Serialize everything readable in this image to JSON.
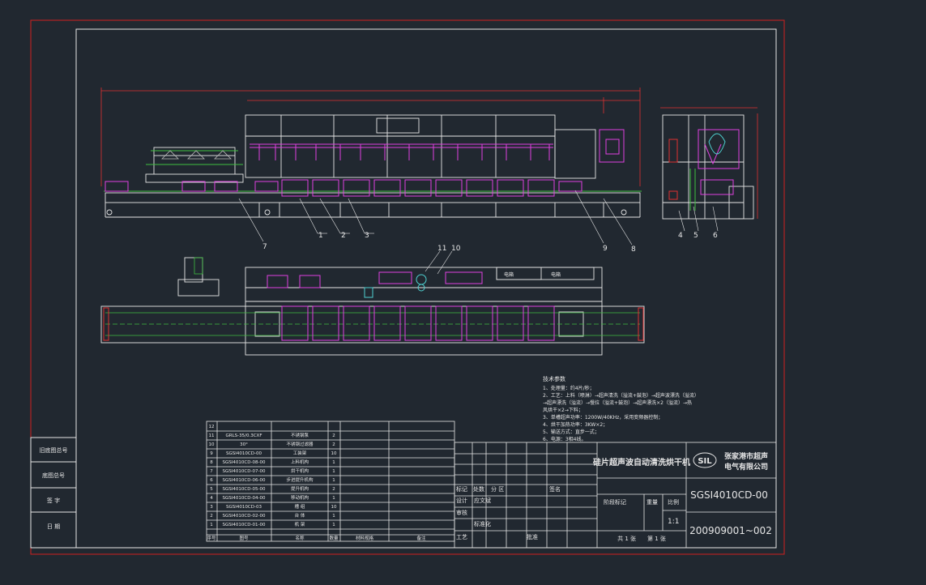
{
  "colors": {
    "background": "#212830",
    "outer_frame": "#d11f1f",
    "line_white": "#e6e6e6",
    "line_magenta": "#e040e0",
    "line_cyan": "#4fd1d1",
    "line_green": "#3fbf3f",
    "line_red": "#e03030",
    "dimension": "#e03030"
  },
  "drawing": {
    "balloons_front": [
      "1",
      "2",
      "3",
      "7",
      "8",
      "9"
    ],
    "balloons_side": [
      "4",
      "5",
      "6"
    ],
    "balloons_top": [
      "11",
      "10"
    ],
    "top_labels": [
      "电箱",
      "电箱"
    ]
  },
  "tech_notes": {
    "title": "技术参数",
    "lines": [
      "1、处理量：约4片/秒；",
      "2、工艺：上料（喷淋）→超声清洗（溢流+鼓泡）→超声波漂洗（溢流）",
      "→超声漂洗（溢流）→慢拉（溢流+鼓泡）→超声漂洗×2（溢流）→热",
      "风烘干×2→下料；",
      "3、单槽超声功率：1200W/40KHz，采用变频器控制；",
      "4、烘干加热功率：3KW×2；",
      "5、输送方式：直步一式；",
      "6、电源：3相4线。"
    ]
  },
  "parts_table": {
    "rows": [
      {
        "no": "12",
        "code": "",
        "name": "",
        "qty": ""
      },
      {
        "no": "11",
        "code": "GRLS-35/0.3CXF",
        "name": "不锈钢泵",
        "qty": "2"
      },
      {
        "no": "10",
        "code": "30°",
        "name": "不锈钢过滤器",
        "qty": "2"
      },
      {
        "no": "9",
        "code": "SGSI4010CD-00",
        "name": "工装架",
        "qty": "10"
      },
      {
        "no": "8",
        "code": "SGSI4010CD-08-00",
        "name": "上料机构",
        "qty": "1"
      },
      {
        "no": "7",
        "code": "SGSI4010CD-07-00",
        "name": "烘干机构",
        "qty": "1"
      },
      {
        "no": "6",
        "code": "SGSI4010CD-06-00",
        "name": "步进提升机构",
        "qty": "1"
      },
      {
        "no": "5",
        "code": "SGSI4010CD-05-00",
        "name": "提升机构",
        "qty": "2"
      },
      {
        "no": "4",
        "code": "SGSI4010CD-04-00",
        "name": "移动机构",
        "qty": "1"
      },
      {
        "no": "3",
        "code": "SGSI4010CD-03",
        "name": "槽 组",
        "qty": "10"
      },
      {
        "no": "2",
        "code": "SGSI4010CD-02-00",
        "name": "台 体",
        "qty": "1"
      },
      {
        "no": "1",
        "code": "SGSI4010CD-01-00",
        "name": "机 架",
        "qty": "1"
      }
    ],
    "header": {
      "no": "序号",
      "code": "图号",
      "name": "名称",
      "qty": "数量",
      "material": "材料规格",
      "note": "备注"
    }
  },
  "left_strip": [
    "旧底图总号",
    "底图总号",
    "签 字",
    "日 期"
  ],
  "title_block": {
    "product_title": "硅片超声波自动清洗烘干机",
    "company_line1": "张家港市超声",
    "company_line2": "电气有限公司",
    "logo_text": "SIL",
    "drawing_no": "SGSI4010CD-00",
    "scale": "1:1",
    "serial": "200909001~002",
    "sheets": "共 1 张　　第 1 张",
    "stage_label": "阶段标记",
    "weight_label": "重量",
    "scale_label": "比例",
    "mark_label": "标记",
    "count_label": "处数",
    "zone_label": "分 区",
    "sign_label": "签名",
    "design_label": "设计",
    "designer": "应文斌",
    "check_label": "审核",
    "proc_label": "工艺",
    "std_label": "标准化",
    "approve_label": "批准"
  }
}
